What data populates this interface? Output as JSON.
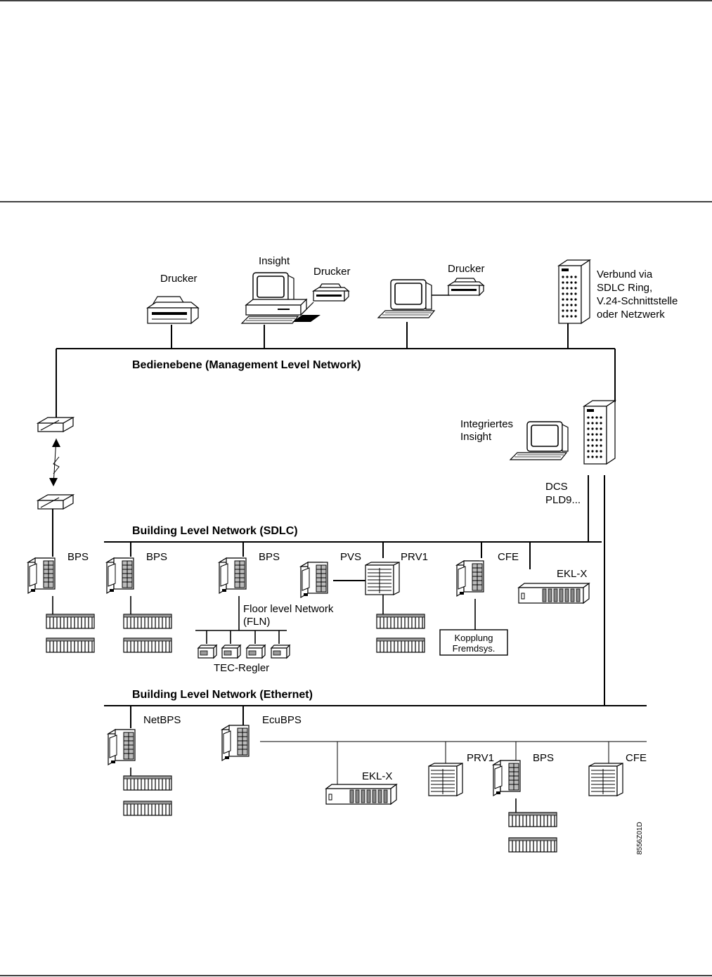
{
  "networks": {
    "management": "Bedienebene (Management Level Network)",
    "sdlc": "Building Level Network (SDLC)",
    "ethernet": "Building Level Network (Ethernet)",
    "fln_line1": "Floor level Network",
    "fln_line2": "(FLN)"
  },
  "management_devices": {
    "printer_left": "Drucker",
    "insight": "Insight",
    "printer_insight": "Drucker",
    "printer_right": "Drucker",
    "verbund_lines": [
      "Verbund via",
      "SDLC Ring,",
      "V.24-Schnittstelle",
      "oder Netzwerk"
    ]
  },
  "integrated": {
    "line1": "Integriertes",
    "line2": "Insight",
    "dcs1": "DCS",
    "dcs2": "PLD9..."
  },
  "sdlc_devices": {
    "bps1": "BPS",
    "bps2": "BPS",
    "bps3": "BPS",
    "pvs": "PVS",
    "prv1": "PRV1",
    "cfe": "CFE",
    "eklx": "EKL-X",
    "kopplung1": "Kopplung",
    "kopplung2": "Fremdsys.",
    "tec": "TEC-Regler"
  },
  "ethernet_devices": {
    "netbps": "NetBPS",
    "ecubps": "EcuBPS",
    "eklx": "EKL-X",
    "prv1": "PRV1",
    "bps": "BPS",
    "cfe": "CFE"
  },
  "figure_code": "8556Z01D"
}
